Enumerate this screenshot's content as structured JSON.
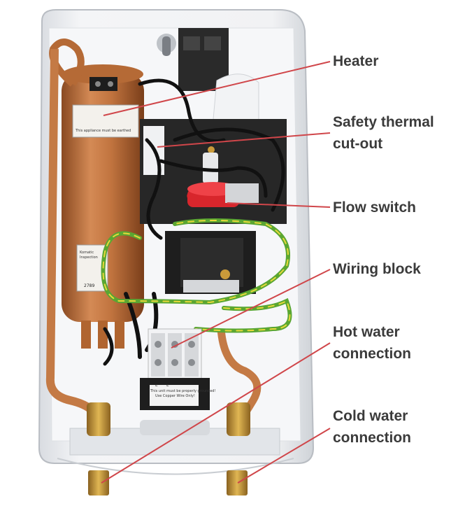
{
  "labels": [
    {
      "id": "heater",
      "lines": [
        "Heater"
      ]
    },
    {
      "id": "safety-thermal-cut-out",
      "lines": [
        "Safety thermal",
        "cut-out"
      ]
    },
    {
      "id": "flow-switch",
      "lines": [
        "Flow switch"
      ]
    },
    {
      "id": "wiring-block",
      "lines": [
        "Wiring block"
      ]
    },
    {
      "id": "hot-water-connection",
      "lines": [
        "Hot water",
        "connection"
      ]
    },
    {
      "id": "cold-water-connection",
      "lines": [
        "Cold water",
        "connection"
      ]
    }
  ],
  "device_text": {
    "heater_sticker_line1": "This appliance must be earthed",
    "inspection_tag": [
      "Komatic",
      "Inspection"
    ],
    "inspection_number": "2789",
    "terminal_marks": [
      "L",
      "L"
    ],
    "warning_line1": "This unit must be properly grounded!",
    "warning_line2": "Use Copper Wire Only!"
  },
  "colors": {
    "label_text": "#3b3b3b",
    "leader_line": "#d0464a",
    "copper": "#c1743f",
    "housing": "#eef0f3",
    "flow_switch": "#d8262c",
    "earth_wire_green": "#5aa632",
    "earth_wire_yellow": "#e7d93a",
    "brass": "#c99a3a"
  }
}
